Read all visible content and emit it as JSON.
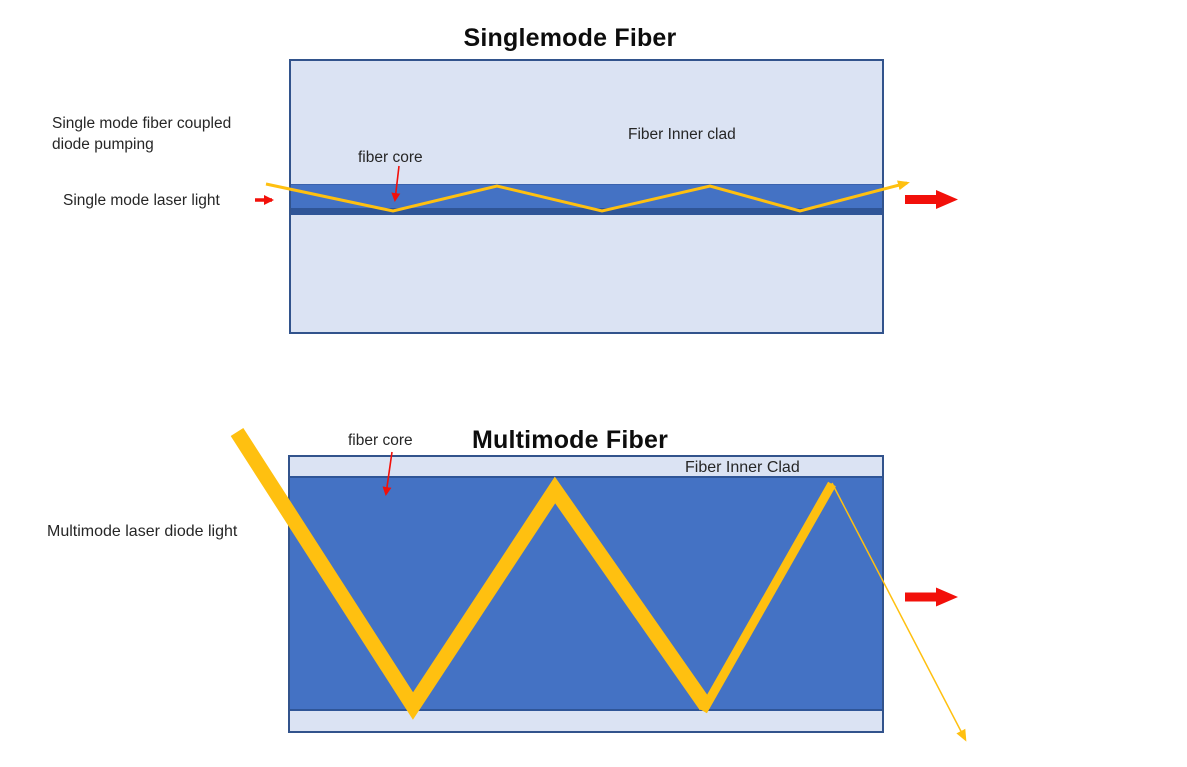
{
  "singlemode": {
    "title": "Singlemode Fiber",
    "pump_label": "Single mode fiber coupled diode pumping",
    "laser_label": "Single mode laser light",
    "core_label": "fiber core",
    "clad_label": "Fiber Inner clad"
  },
  "multimode": {
    "title": "Multimode Fiber",
    "laser_label": "Multimode laser diode light",
    "core_label": "fiber core",
    "clad_label": "Fiber Inner Clad"
  },
  "colors": {
    "page_bg": "#ffffff",
    "clad": "#dbe3f3",
    "core": "#4472c4",
    "core_dark": "#2f5597",
    "fiber_border": "#32538c",
    "beam": "#ffc010",
    "red": "#f2100a",
    "text": "#262626",
    "title": "#0d0d0d"
  }
}
